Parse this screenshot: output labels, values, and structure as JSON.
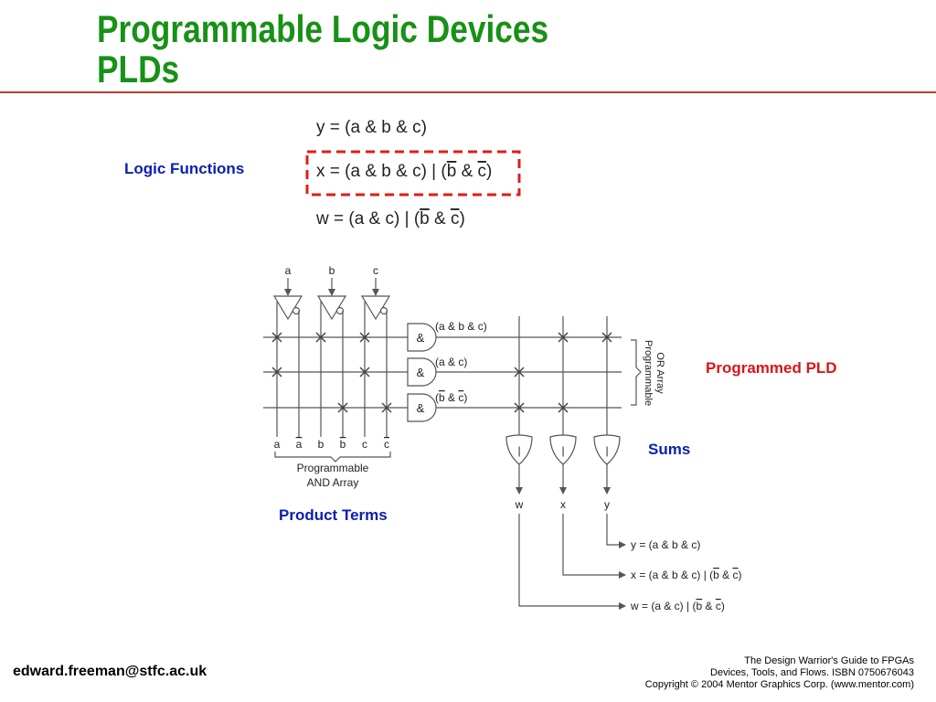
{
  "title": {
    "line1": "Programmable Logic Devices",
    "line2": "PLDs"
  },
  "callouts": {
    "logic_functions": "Logic Functions",
    "programmed_pld": "Programmed PLD",
    "sums": "Sums",
    "product_terms": "Product Terms"
  },
  "equations": {
    "y": "y = (a & b & c)",
    "x_prefix": "x = (a & b & c) | (",
    "w_prefix": "w = (a & c) | (",
    "b": "b",
    "amp": " & ",
    "c": "c",
    "close": ")"
  },
  "inputs": [
    "a",
    "b",
    "c"
  ],
  "and_gate_symbol": "&",
  "or_gate_symbol": "|",
  "product_terms": {
    "t1": "(a & b & c)",
    "t2": "(a & c)",
    "t3_open": "(",
    "t3_b": "b",
    "t3_amp": " & ",
    "t3_c": "c",
    "t3_close": ")"
  },
  "column_labels": [
    "a",
    "a",
    "b",
    "b",
    "c",
    "c"
  ],
  "and_array_label": [
    "Programmable",
    "AND Array"
  ],
  "or_array_label": [
    "Programmable",
    "OR Array"
  ],
  "outputs": [
    "w",
    "x",
    "y"
  ],
  "footer": {
    "email": "edward.freeman@stfc.ac.uk",
    "credit_lines": [
      "The Design Warrior's Guide to FPGAs",
      "Devices, Tools, and Flows. ISBN 0750676043",
      "Copyright © 2004 Mentor Graphics Corp. (www.mentor.com)"
    ]
  },
  "colors": {
    "title": "#179117",
    "rule": "#c23b2b",
    "callout_blue": "#0b20b0",
    "callout_red": "#d8161a",
    "dashed_box": "#e01c1c"
  }
}
